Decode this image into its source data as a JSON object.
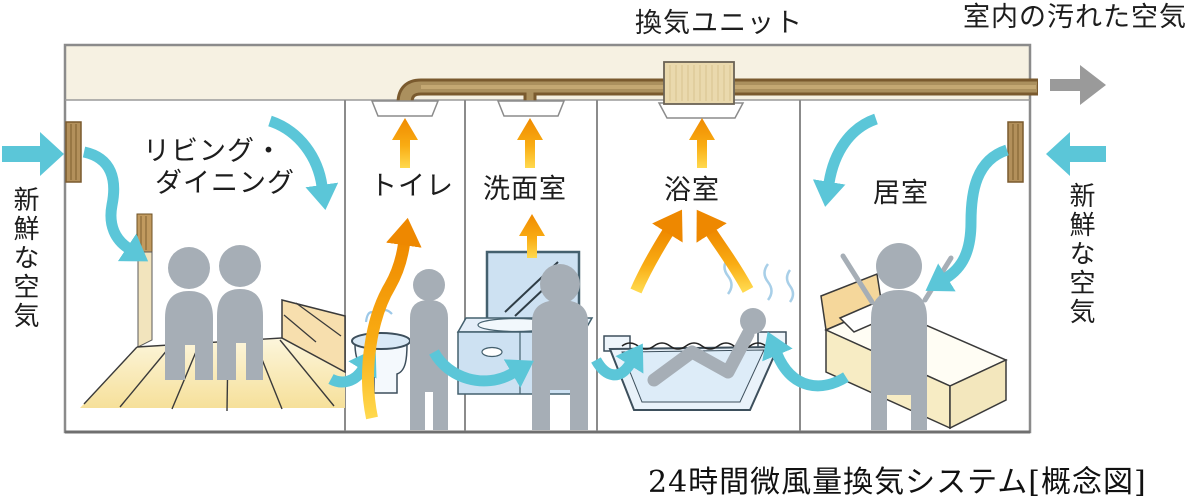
{
  "diagram": {
    "caption": "24時間微風量換気システム[概念図]",
    "ventilation_unit_label": "換気ユニット",
    "outdoor_exhaust_label": "室内の汚れた空気",
    "fresh_air_left_label": "新鮮な空気",
    "fresh_air_right_label": "新鮮な空気",
    "rooms": [
      {
        "id": "living-dining",
        "label_lines": [
          "リビング・",
          "ダイニング"
        ]
      },
      {
        "id": "toilet",
        "label": "トイレ"
      },
      {
        "id": "washroom",
        "label": "洗面室"
      },
      {
        "id": "bathroom",
        "label": "浴室"
      },
      {
        "id": "bedroom",
        "label": "居室"
      }
    ],
    "colors": {
      "fresh_air_arrow": "#5bc6d8",
      "exhaust_arrow_tail": "#ffd94e",
      "exhaust_arrow_head": "#ef8a00",
      "outdoor_exhaust_arrow": "#9a9a9a",
      "duct_light": "#ab905e",
      "duct_dark": "#7a5a2e",
      "ceiling_band": "#f6f1e2",
      "ventilation_unit_fill": "#ead9ad",
      "person_silhouette": "#a6aeb6",
      "outline_gray": "#8b8b8b"
    }
  }
}
